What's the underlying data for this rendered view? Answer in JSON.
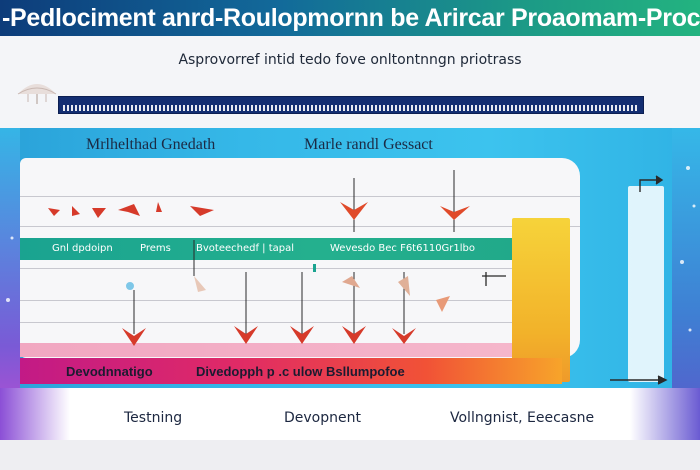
{
  "header": {
    "title": "-Pedlociment anrd-Roulopmornn be Arircar Proaomam-Proc",
    "subtitle": "Asprovorref intid tedo  fove onltontnngn priotrass"
  },
  "columns": [
    {
      "label": "Mrlhelthad Gnedath"
    },
    {
      "label": "Marle randl Gessact"
    }
  ],
  "lane_labels": [
    {
      "text": "Gnl dpdoipn"
    },
    {
      "text": "Prems"
    },
    {
      "text": "Bvoteechedf | tapal"
    },
    {
      "text": "Wevesdo Bec F6t6110Gr1lbo"
    }
  ],
  "stage_labels": [
    {
      "text": "Devodnnatigo"
    },
    {
      "text": "Divedopph p  .c ulow Bsllumpofoe"
    }
  ],
  "phases": [
    {
      "label": "Testning"
    },
    {
      "label": "Devopnent"
    },
    {
      "label": "Vollngnist, Eeecasne"
    }
  ],
  "colors": {
    "title_gradient": [
      "#0d3c7a",
      "#23b380"
    ],
    "accent_red": "#d63a2a",
    "band_green": "#1aa390",
    "bottom_gradient": [
      "#c21a86",
      "#f7a42a"
    ],
    "panel_blue": "#35b8e8",
    "strip_navy": "#132e72"
  }
}
